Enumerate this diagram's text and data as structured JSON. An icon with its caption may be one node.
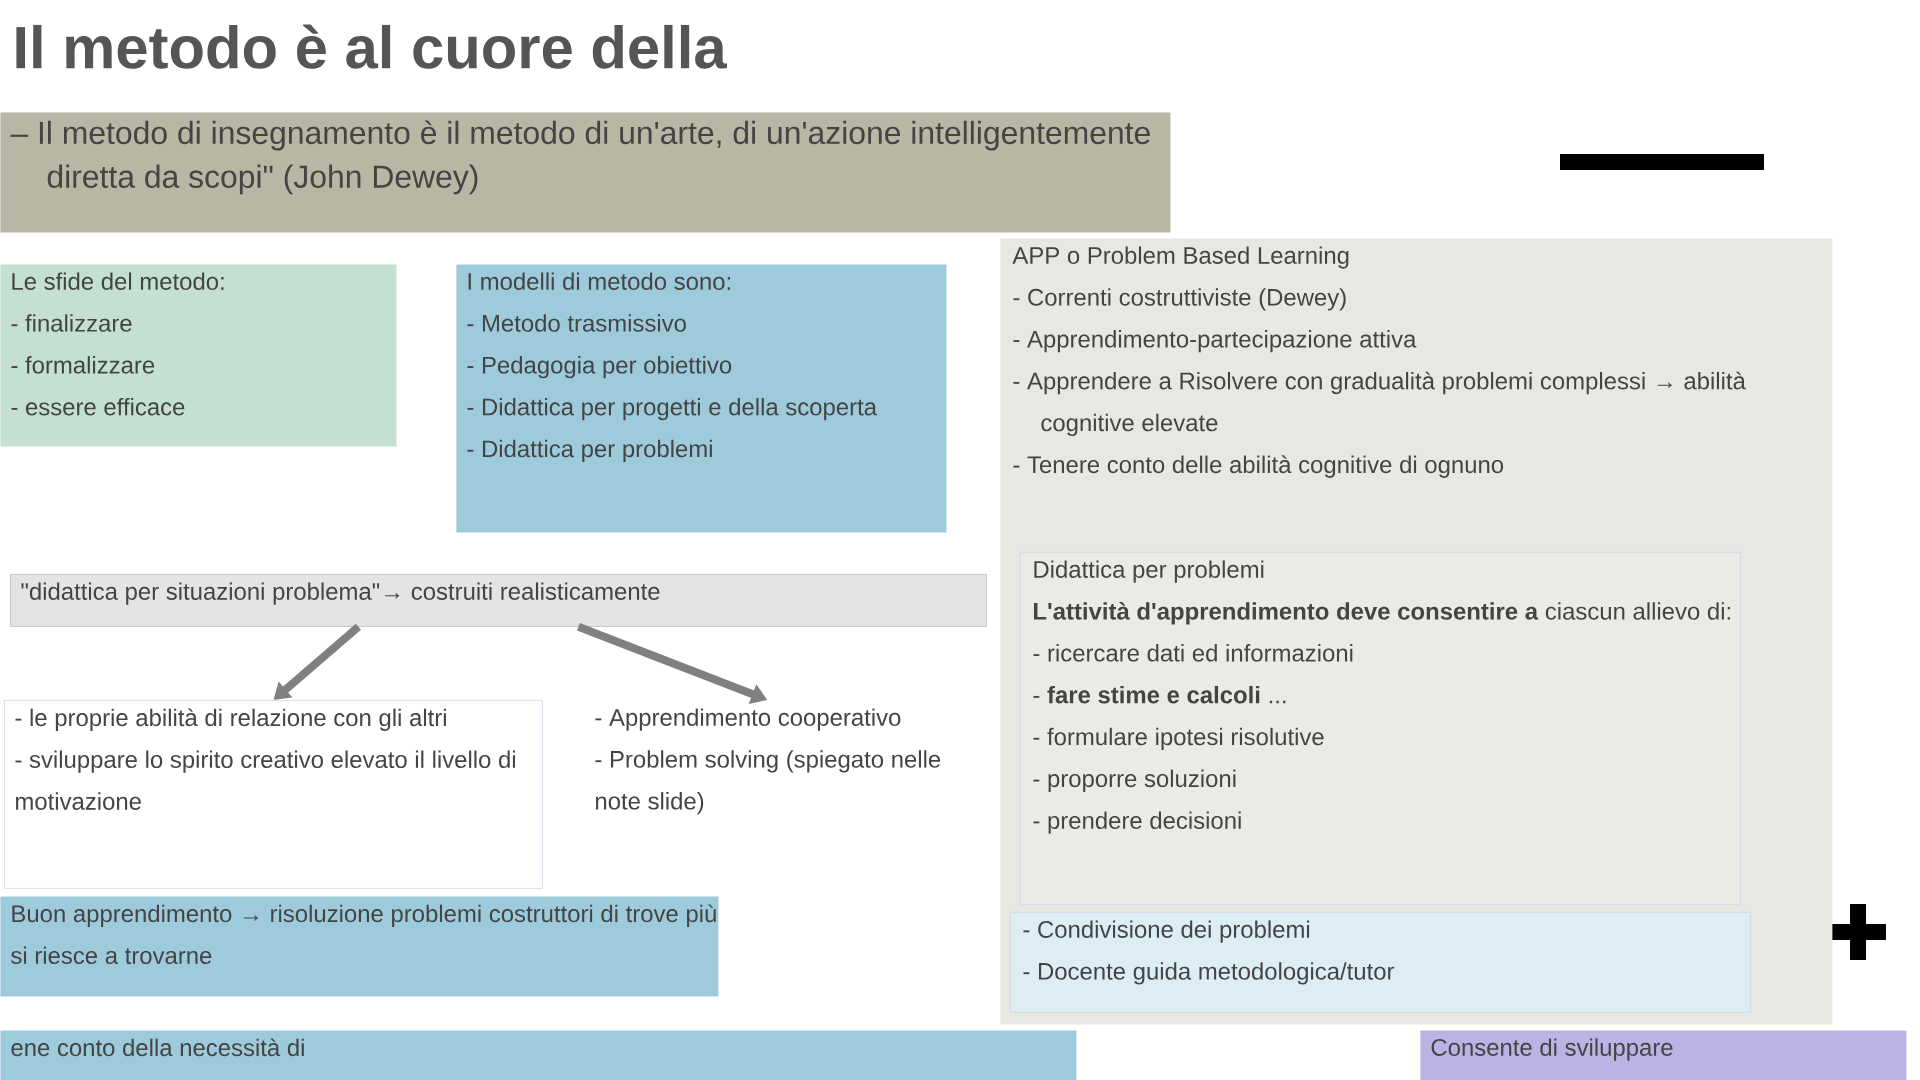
{
  "diagram": {
    "title": "Il metodo è al cuore della",
    "nodes": [
      {
        "text": [
          "– Il metodo di insegnamento è il metodo di un'arte, di un'azione intelligentemente diretta da scopi\" (John Dewey)"
        ]
      },
      {
        "text": [
          "Le sfide del metodo:",
          "- finalizzare",
          "- formalizzare",
          "- essere efficace"
        ]
      },
      {
        "text": [
          "I modelli di metodo sono:",
          "- Metodo trasmissivo",
          "- Pedagogia per obiettivo",
          "- Didattica per progetti e della scoperta",
          "- Didattica per problemi"
        ]
      },
      {
        "text": [
          "APP o Problem Based Learning",
          "- Correnti costruttiviste (Dewey)",
          "- Apprendimento-partecipazione attiva",
          "- Apprendere a Risolvere con gradualità problemi complessi → abilità cognitive elevate",
          "- Tenere conto delle abilità cognitive di ognuno"
        ]
      },
      {
        "text": [
          "Didattica per problemi",
          "**L'attività d'apprendimento deve consentire a** ciascun allievo di:",
          "- ricercare dati ed informazioni",
          "- **fare stime e calcoli** ...",
          "- formulare ipotesi risolutive",
          "- proporre soluzioni",
          "- prendere decisioni"
        ],
        "in": 3
      },
      {
        "text": [
          "- Condivisione dei problemi",
          "- Docente guida metodologica/tutor"
        ],
        "in": 3
      },
      {
        "text": [
          "\"didattica per situazioni problema\"→ costruiti realisticamente"
        ]
      },
      {
        "text": [
          "- le proprie abilità di relazione con gli altri",
          "- sviluppare lo spirito creativo elevato il livello di motivazione"
        ]
      },
      {
        "text": [
          "- Apprendimento cooperativo",
          "- Problem solving (spiegato nelle note slide)"
        ]
      },
      {
        "text": [
          "Buon apprendimento → risoluzione problemi costruttori di trove più si riesce a trovarne"
        ]
      },
      {
        "text": [
          "ene conto della necessità di"
        ]
      },
      {
        "text": [
          "Consente di sviluppare"
        ]
      }
    ],
    "edges": [
      {
        "from": 6,
        "to": 7,
        "arrow": "to"
      },
      {
        "from": 6,
        "to": 8,
        "arrow": "to"
      }
    ]
  }
}
